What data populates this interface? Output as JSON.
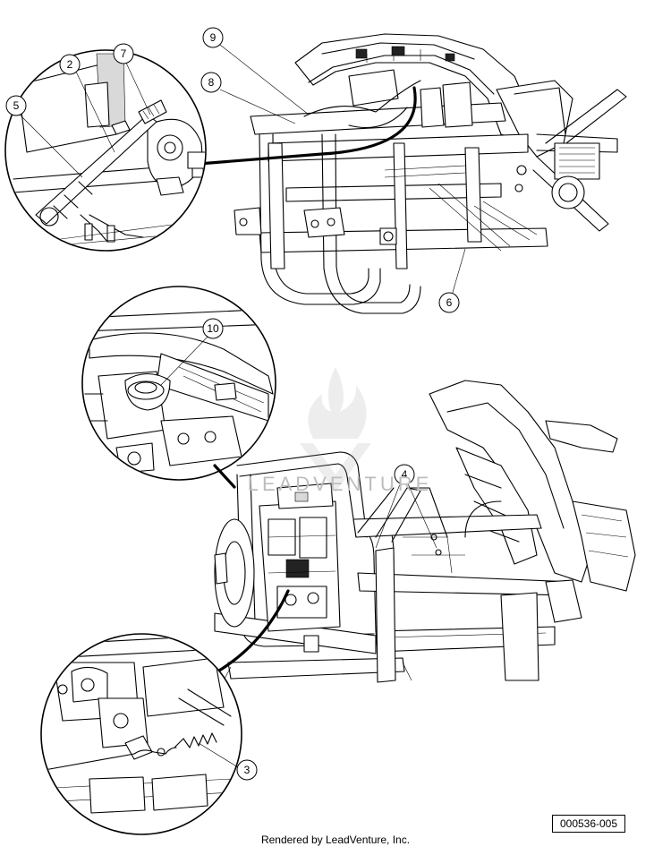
{
  "callouts": [
    "2",
    "3",
    "4",
    "5",
    "6",
    "7",
    "8",
    "9",
    "10"
  ],
  "part_number": "000536-005",
  "footer": "Rendered by LeadVenture, Inc.",
  "watermark": "LEADVENTURE"
}
